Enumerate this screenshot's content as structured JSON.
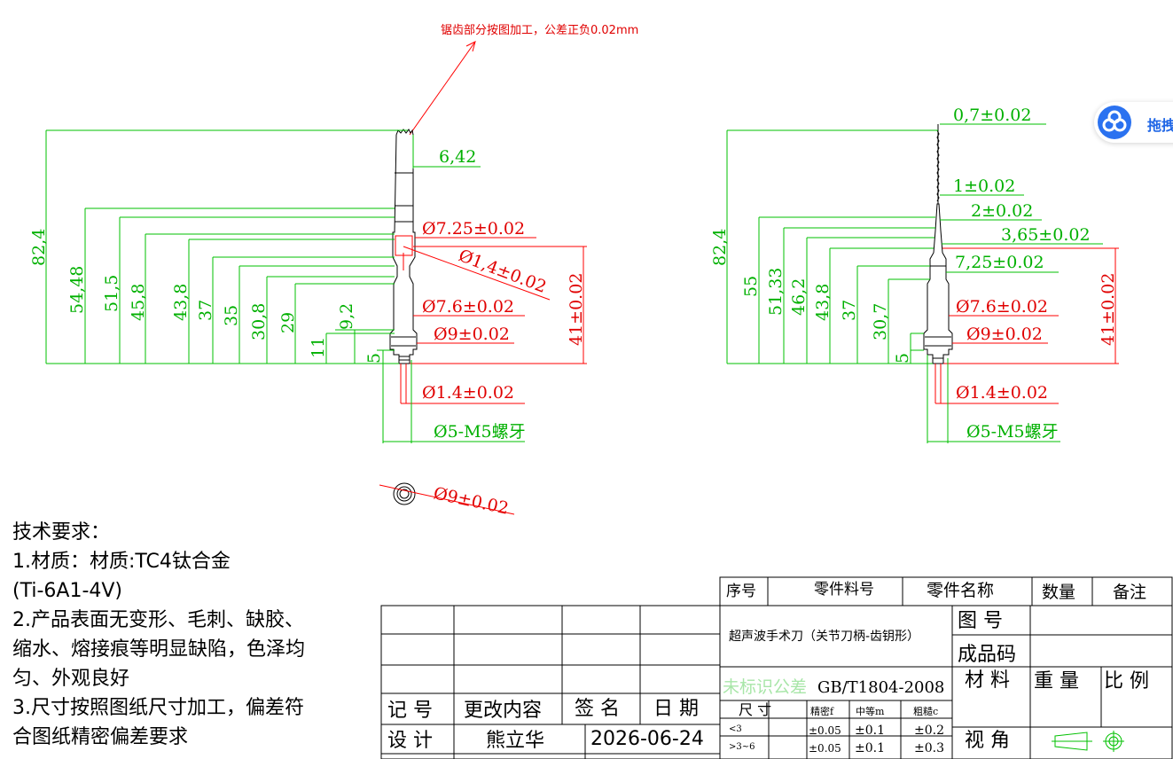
{
  "note": "锯齿部分按图加工，公差正负0.02mm",
  "left_view": {
    "overall_length": "82,4",
    "heights": [
      "54,48",
      "51,5",
      "45,8",
      "43,8",
      "37",
      "35",
      "30,8",
      "29",
      "11",
      "9,2",
      "5"
    ],
    "width_top": "6,42",
    "d1": "Ø7.25±0.02",
    "angled": "Ø1,4±0.02",
    "d2": "Ø7.6±0.02",
    "d3": "Ø9±0.02",
    "span": "41±0.02",
    "pin": "Ø1.4±0.02",
    "thread": "Ø5-M5螺牙"
  },
  "right_view": {
    "overall_length": "82,4",
    "heights": [
      "55",
      "51,33",
      "46,2",
      "43,8",
      "37",
      "30,7",
      "5"
    ],
    "tip": "0,7±0.02",
    "d_a": "1±0.02",
    "d_b": "2±0.02",
    "d_c": "3,65±0.02",
    "d_d": "7,25±0.02",
    "d_e": "Ø7.6±0.02",
    "d_f": "Ø9±0.02",
    "span": "41±0.02",
    "pin": "Ø1.4±0.02",
    "thread": "Ø5-M5螺牙"
  },
  "end_view": {
    "dia": "Ø9±0.02"
  },
  "tech": {
    "title": "技术要求：",
    "lines": [
      "1.材质：材质:TC4钛合金",
      "(Ti-6A1-4V)",
      "2.产品表面无变形、毛刺、缺胶、",
      "缩水、熔接痕等明显缺陷，色泽均",
      "匀、外观良好",
      "3.尺寸按照图纸尺寸加工，偏差符",
      "合图纸精密偏差要求"
    ]
  },
  "title_block": {
    "h_seq": "序号",
    "h_partno": "零件料号",
    "h_partname": "零件名称",
    "h_qty": "数量",
    "h_remark": "备注",
    "product": "超声波手术刀（关节刀柄-齿钥形）",
    "drawing_no": "图 号",
    "finished_code": "成品码",
    "untol_label": "未标识公差",
    "standard": "GB/T1804-2008",
    "material": "材 料",
    "weight": "重 量",
    "scale": "比 例",
    "size": "尺 寸",
    "fine": "精密f",
    "medium": "中等m",
    "coarse": "粗糙c",
    "r1": "<3",
    "r2": ">3~6",
    "f1": "±0.05",
    "m1": "±0.1",
    "c1": "±0.2",
    "f2": "±0.05",
    "m2": "±0.1",
    "c2": "±0.3",
    "view": "视 角",
    "rev_mark": "记 号",
    "rev_content": "更改内容",
    "sign": "签 名",
    "date_label": "日 期",
    "design": "设 计",
    "designer": "熊立华",
    "design_date": "2026-06-24"
  },
  "badge": {
    "label": "拖拽"
  },
  "colors": {
    "dimension": "#00c000",
    "tolerance": "#e00000",
    "outline": "#000000",
    "badge": "#2b72f0"
  }
}
